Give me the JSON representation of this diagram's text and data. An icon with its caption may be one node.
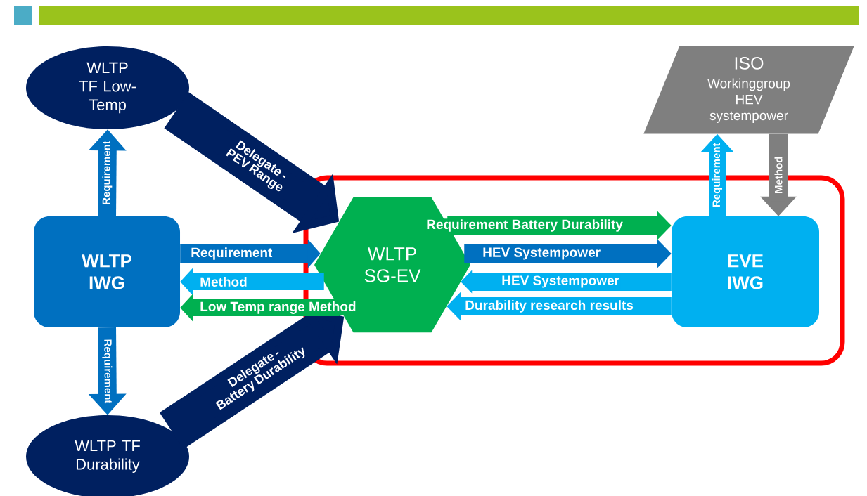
{
  "diagram": {
    "nodes": [
      {
        "text": [
          "WLTP TF Low-Temp"
        ]
      },
      {
        "text": [
          "ISO",
          "Workinggroup HEV systempower"
        ]
      },
      {
        "text": [
          "WLTP IWG"
        ]
      },
      {
        "text": [],
        "shape": "box"
      },
      {
        "text": [
          "WLTP SG-EV"
        ],
        "in": 3
      },
      {
        "text": [
          "EVE IWG"
        ],
        "in": 3
      },
      {
        "text": [
          "WLTP TF Durability"
        ]
      }
    ],
    "edges": [
      {
        "from": 2,
        "to": 0,
        "arrow": "to",
        "label": "Requirement",
        "color": "#0070c0"
      },
      {
        "from": 2,
        "to": 6,
        "arrow": "to",
        "label": "Requirement",
        "color": "#0070c0"
      },
      {
        "from": 0,
        "to": 4,
        "arrow": "to",
        "label": "Delegate -PEV Range",
        "color": "#002060",
        "style": "thick"
      },
      {
        "from": 6,
        "to": 4,
        "arrow": "to",
        "label": "Delegate -Battery Durability",
        "color": "#002060",
        "style": "thick"
      },
      {
        "from": 2,
        "to": 4,
        "arrow": "to",
        "label": "Requirement",
        "color": "#0070c0"
      },
      {
        "from": 4,
        "to": 2,
        "arrow": "to",
        "label": "Method",
        "color": "#00b0f0"
      },
      {
        "from": 4,
        "to": 2,
        "arrow": "to",
        "label": "Low Temp range Method",
        "color": "#00b050"
      },
      {
        "from": 4,
        "to": 5,
        "arrow": "to",
        "label": "Requirement Battery Durability",
        "color": "#00b050"
      },
      {
        "from": 4,
        "to": 5,
        "arrow": "to",
        "label": "HEV Systempower",
        "color": "#0070c0"
      },
      {
        "from": 5,
        "to": 4,
        "arrow": "to",
        "label": "HEV  Systempower",
        "color": "#00b0f0"
      },
      {
        "from": 5,
        "to": 4,
        "arrow": "to",
        "label": "Durability research results",
        "color": "#00b0f0"
      },
      {
        "from": 5,
        "to": 1,
        "arrow": "to",
        "label": "Requirement",
        "color": "#00b0f0"
      },
      {
        "from": 1,
        "to": 5,
        "arrow": "to",
        "label": "Method",
        "color": "#7f7f7f"
      }
    ]
  }
}
